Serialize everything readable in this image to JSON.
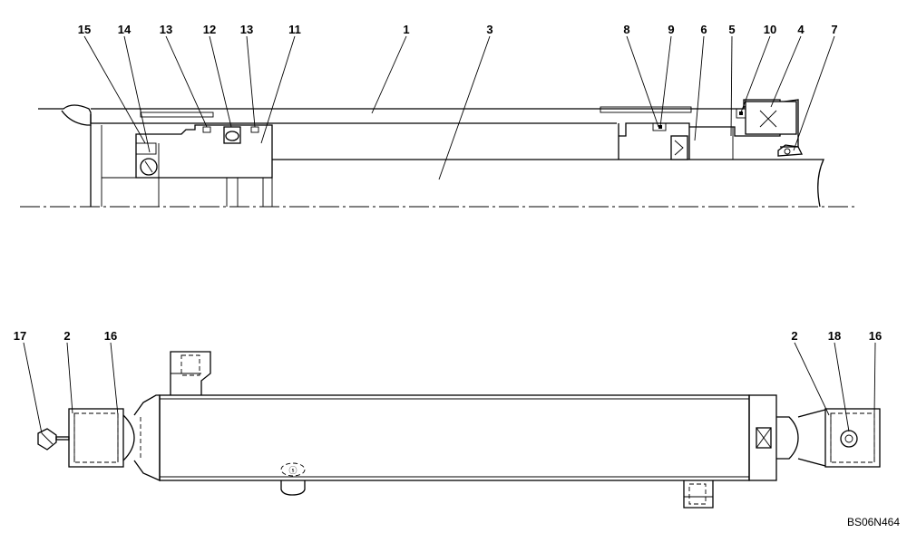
{
  "colors": {
    "line": "#000000",
    "background": "#ffffff"
  },
  "callouts": {
    "c15": "15",
    "c14": "14",
    "c13a": "13",
    "c12": "12",
    "c13b": "13",
    "c11": "11",
    "c1": "1",
    "c3": "3",
    "c8": "8",
    "c9": "9",
    "c6": "6",
    "c5": "5",
    "c10": "10",
    "c4": "4",
    "c7": "7",
    "c17": "17",
    "c2a": "2",
    "c16a": "16",
    "c2b": "2",
    "c18": "18",
    "c16b": "16"
  },
  "reference_code": "BS06N464"
}
